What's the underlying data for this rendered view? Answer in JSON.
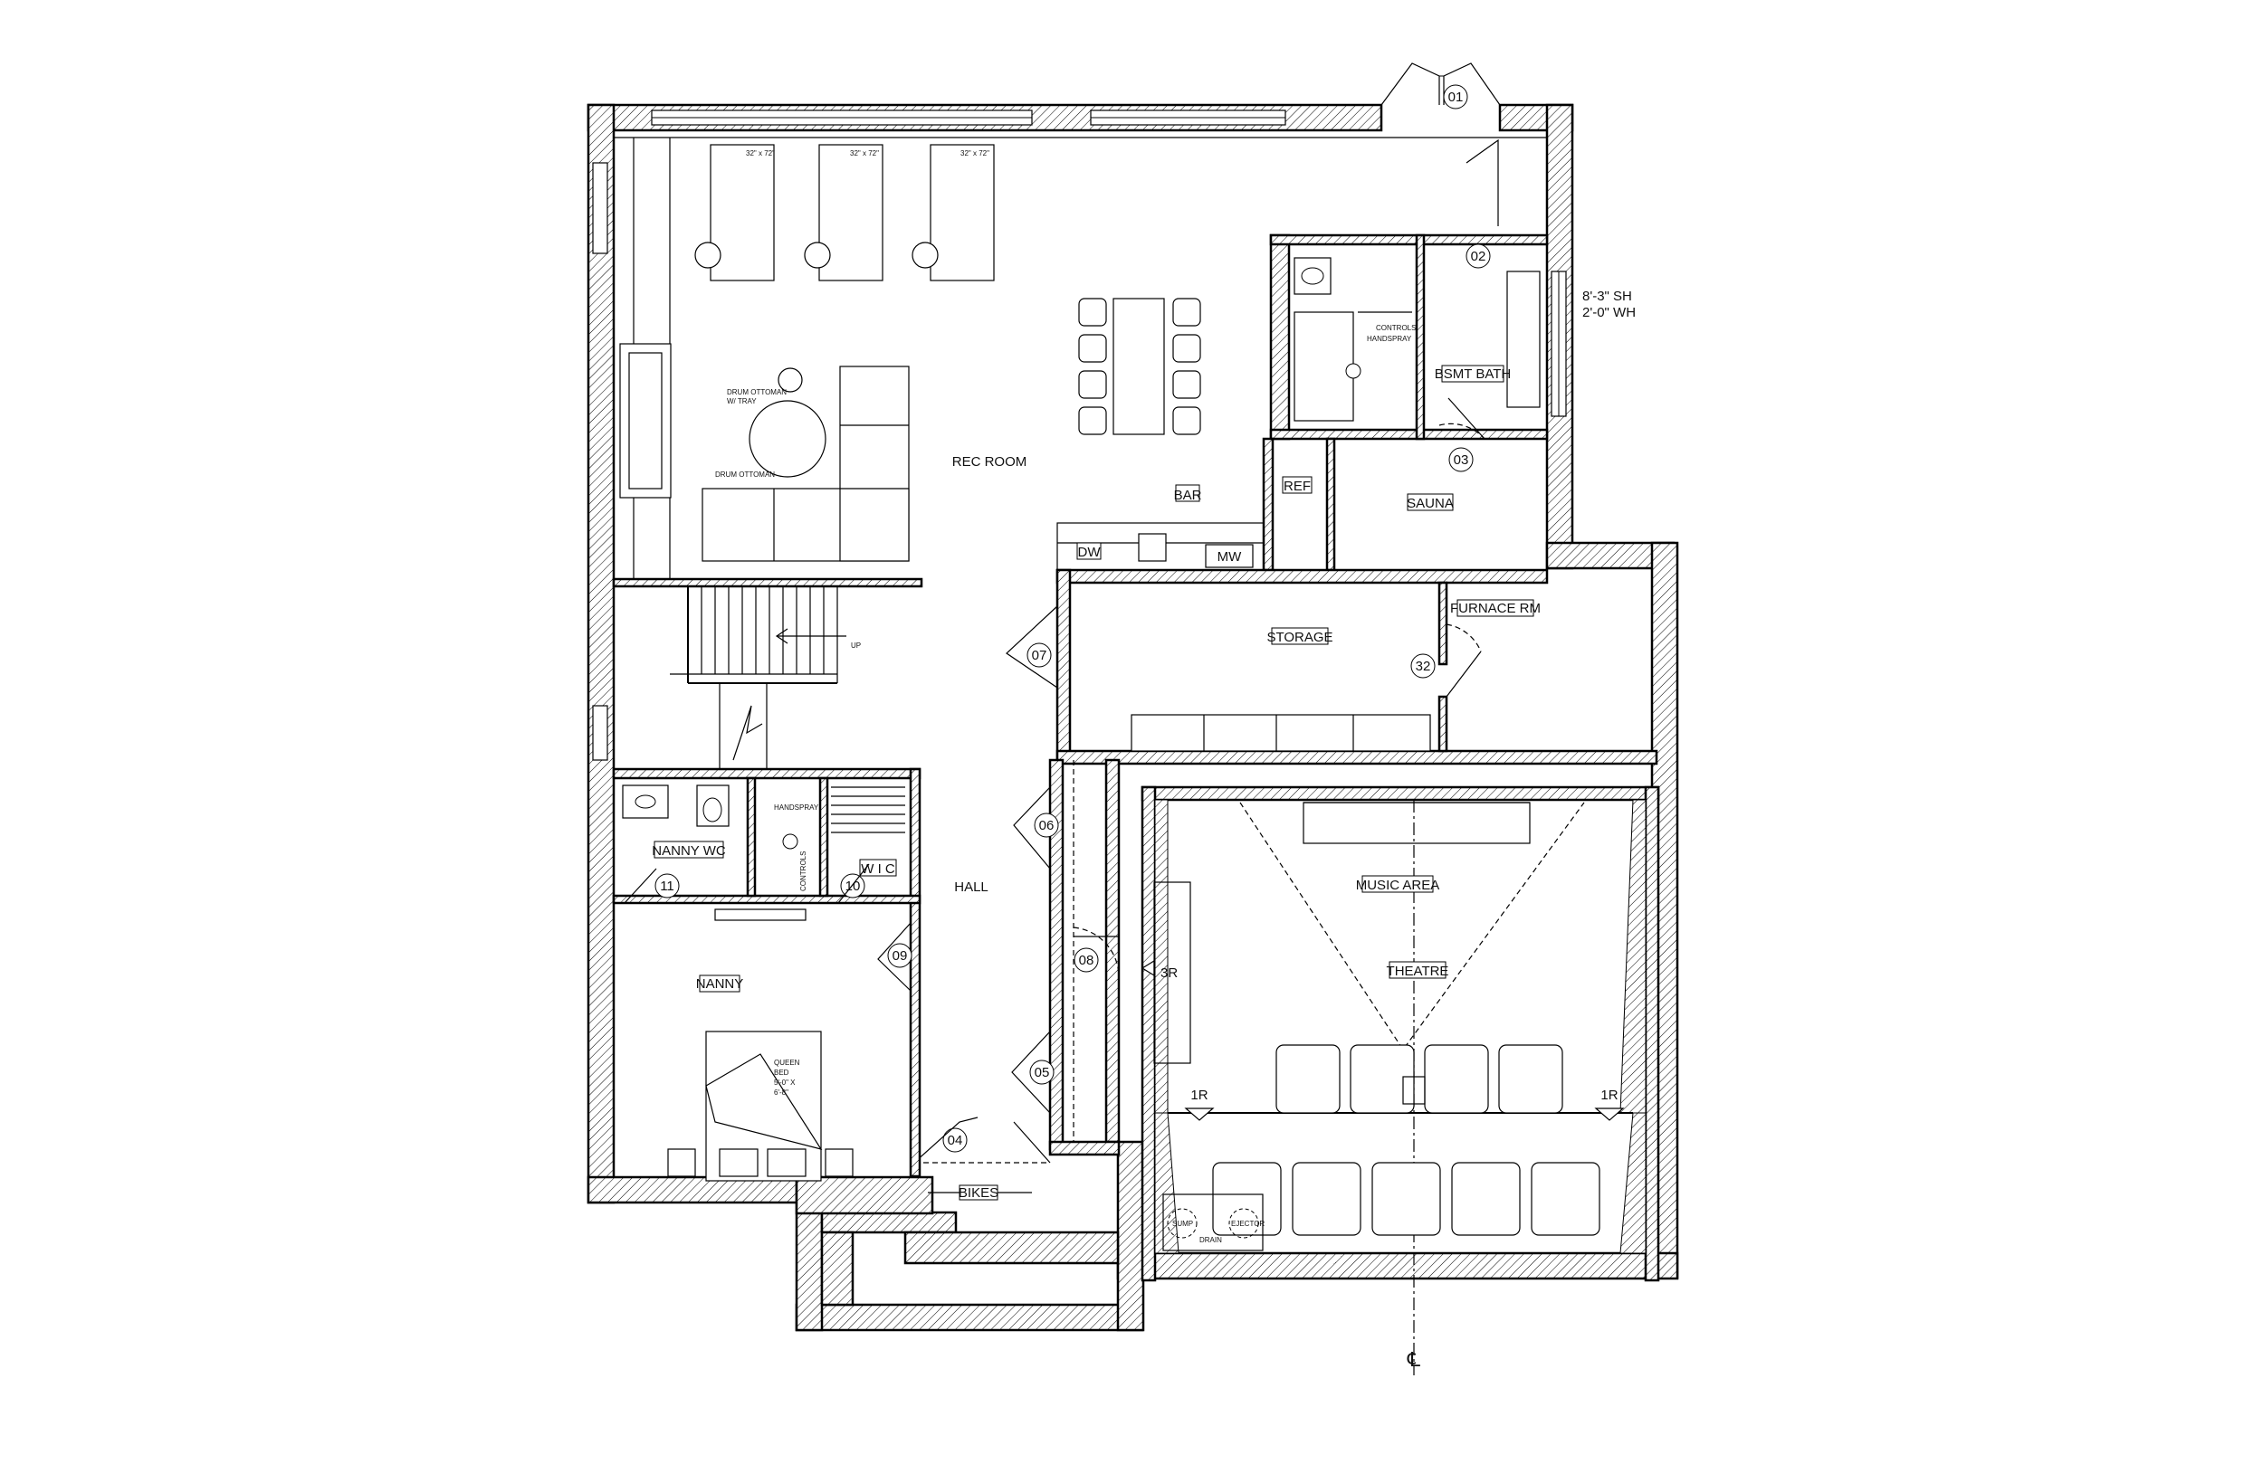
{
  "rooms": {
    "rec_room": "REC ROOM",
    "bar": "BAR",
    "dw": "DW",
    "mw": "MW",
    "ref": "REF",
    "sauna": "SAUNA",
    "bsmt_bath": "BSMT BATH",
    "storage": "STORAGE",
    "furnace_rm": "FURNACE RM",
    "hall": "HALL",
    "nanny_wc": "NANNY WC",
    "wic": "W I C",
    "nanny": "NANNY",
    "music_area": "MUSIC AREA",
    "theatre": "THEATRE",
    "bikes": "BIKES"
  },
  "doors": [
    "01",
    "02",
    "03",
    "04",
    "05",
    "06",
    "07",
    "08",
    "09",
    "10",
    "11",
    "32"
  ],
  "notes": {
    "window_sh": "8'-3\" SH",
    "window_wh": "2'-0\" WH",
    "stair_up": "UP",
    "queen_bed_1": "QUEEN",
    "queen_bed_2": "BED",
    "queen_bed_3": "5'-0\" X",
    "queen_bed_4": "6'-8\"",
    "drum_ottoman_tray_1": "DRUM OTTOMAN",
    "drum_ottoman_tray_2": "W/ TRAY",
    "drum_ottoman": "DRUM OTTOMAN",
    "lounger_1": "32\" x 72\"",
    "lounger_2": "32\" x 72\"",
    "lounger_3": "32\" x 72\"",
    "handspray": "HANDSPRAY",
    "controls": "CONTROLS",
    "sump": "SUMP",
    "ejector": "EJECTOR",
    "drain": "DRAIN",
    "riser_3r": "3R",
    "riser_1r_left": "1R",
    "riser_1r_right": "1R",
    "centerline": "℄"
  }
}
